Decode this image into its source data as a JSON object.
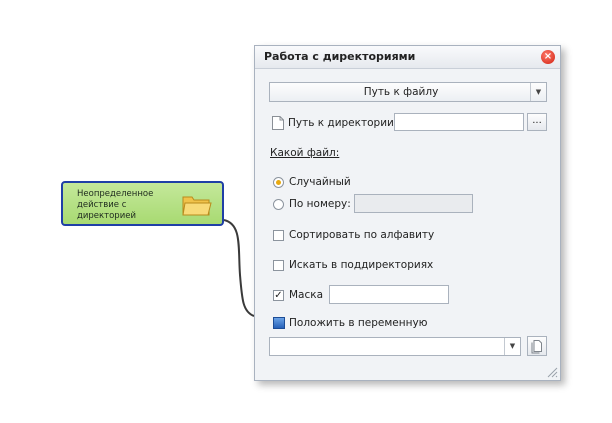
{
  "node": {
    "label": "Неопределенное действие с директорией",
    "icon": "folder-icon"
  },
  "panel": {
    "title": "Работа с директориями",
    "close_icon": "close-icon",
    "type_select": {
      "value": "Путь к файлу"
    },
    "dir_path": {
      "label": "Путь к директории",
      "value": "",
      "browse_label": "..."
    },
    "which_file_label": "Какой файл:",
    "radio_random": {
      "label": "Случайный",
      "checked": true
    },
    "radio_by_number": {
      "label": "По номеру:",
      "checked": false,
      "value": ""
    },
    "sort_alpha": {
      "label": "Сортировать по алфавиту",
      "checked": false
    },
    "search_subdirs": {
      "label": "Искать в поддиректориях",
      "checked": false
    },
    "mask": {
      "label": "Маска",
      "checked": true,
      "value": ""
    },
    "save_to_var": {
      "label": "Положить в переменную",
      "value": ""
    }
  },
  "colors": {
    "node_fill": "#b4e084",
    "node_border": "#1f3fa6",
    "panel_bg": "#f1f3f6",
    "radio_selected": "#e8a910",
    "close_red": "#d02010"
  }
}
